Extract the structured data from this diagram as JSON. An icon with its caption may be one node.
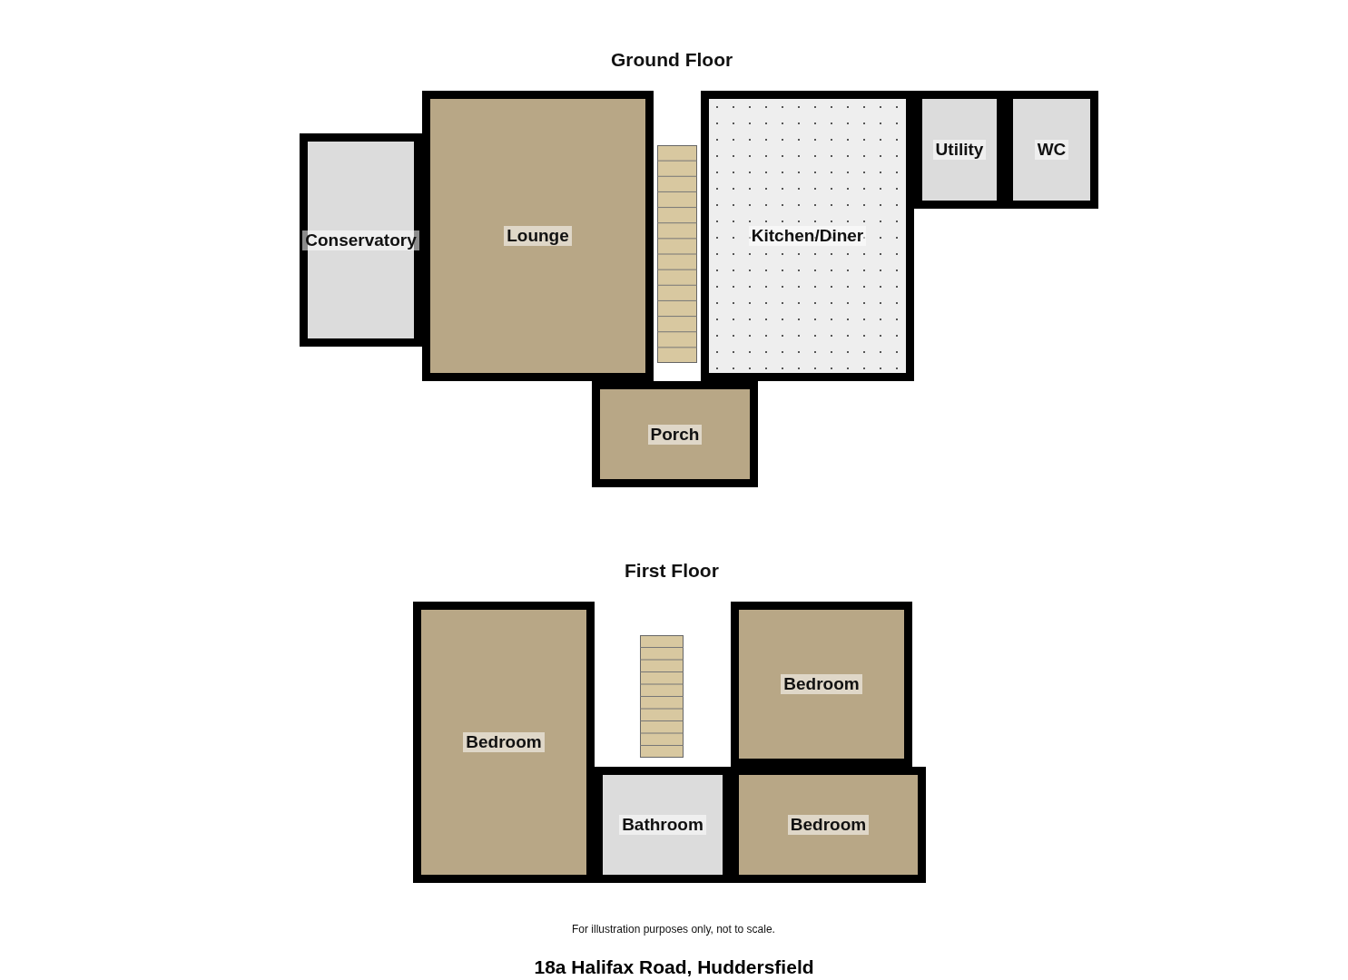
{
  "diagram": {
    "caption": "18a Halifax Road, Huddersfield",
    "nodes": [
      {
        "text": [
          "Conservatory"
        ]
      },
      {
        "text": [
          "Lounge"
        ]
      },
      {
        "text": [
          "Kitchen/Diner"
        ]
      },
      {
        "text": [
          "Utility"
        ]
      },
      {
        "text": [
          "WC"
        ]
      },
      {
        "text": [
          "Porch"
        ]
      },
      {
        "text": [
          "Bedroom"
        ]
      },
      {
        "text": [
          "Bedroom"
        ]
      },
      {
        "text": [
          "Bathroom"
        ]
      },
      {
        "text": [
          "Bedroom"
        ]
      }
    ],
    "labels": [
      "Ground Floor",
      "First Floor",
      "For illustration purposes only, not to scale."
    ]
  }
}
